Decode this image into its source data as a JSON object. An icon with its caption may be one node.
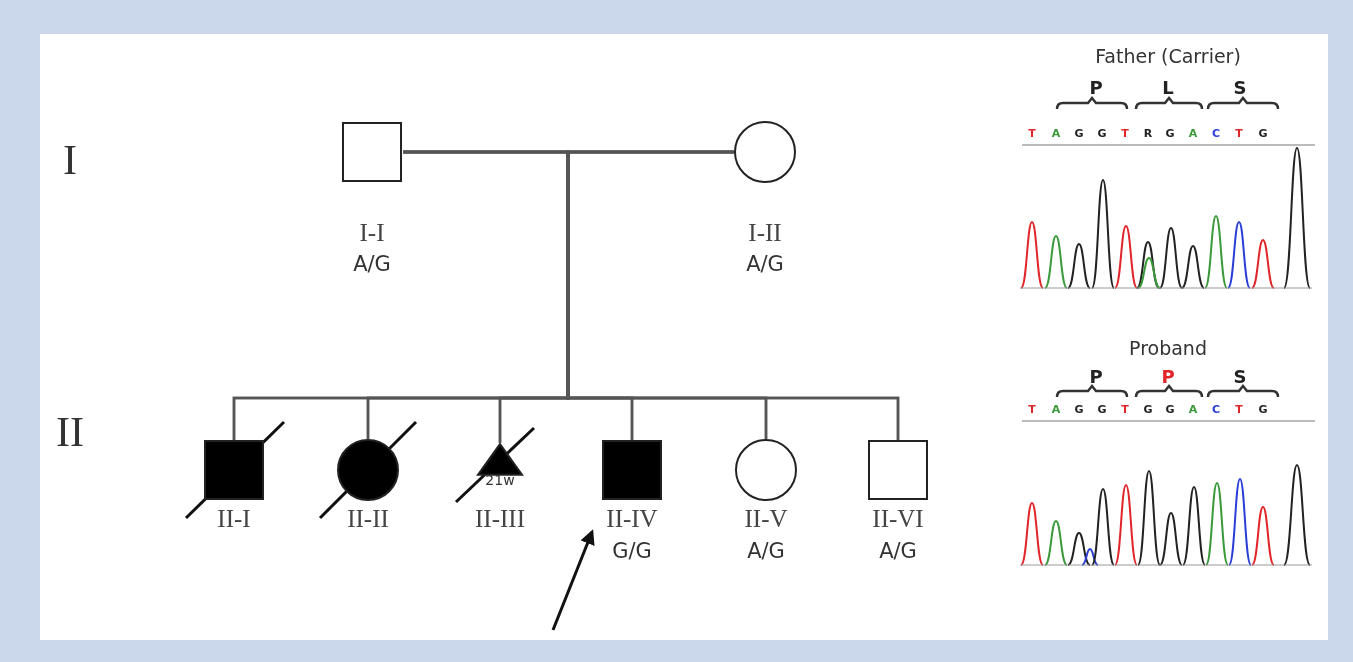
{
  "diagram": {
    "nodes": [
      {
        "text": [
          "I-I",
          "A/G"
        ]
      },
      {
        "text": [
          "I-II",
          "A/G"
        ]
      },
      {
        "text": [
          "II-I"
        ]
      },
      {
        "text": [
          "II-II"
        ]
      },
      {
        "text": [
          "21w",
          "II-III"
        ]
      },
      {
        "text": [
          "II-IV",
          "G/G"
        ]
      },
      {
        "text": [
          "II-V",
          "A/G"
        ]
      },
      {
        "text": [
          "II-VI",
          "A/G"
        ]
      }
    ],
    "edges": [
      {
        "from": 0,
        "to": 1,
        "arrow": "none"
      },
      {
        "from": 0,
        "to": 2,
        "arrow": "none"
      },
      {
        "from": 0,
        "to": 3,
        "arrow": "none"
      },
      {
        "from": 0,
        "to": 4,
        "arrow": "none"
      },
      {
        "from": 0,
        "to": 5,
        "arrow": "none"
      },
      {
        "from": 0,
        "to": 6,
        "arrow": "none"
      },
      {
        "from": 0,
        "to": 7,
        "arrow": "none"
      },
      {
        "from": 1,
        "to": 2,
        "arrow": "none"
      },
      {
        "from": 1,
        "to": 3,
        "arrow": "none"
      },
      {
        "from": 1,
        "to": 4,
        "arrow": "none"
      },
      {
        "from": 1,
        "to": 5,
        "arrow": "none"
      },
      {
        "from": 1,
        "to": 6,
        "arrow": "none"
      },
      {
        "from": 1,
        "to": 7,
        "arrow": "none"
      },
      {
        "from": null,
        "to": 5,
        "arrow": "to"
      }
    ],
    "labels": [
      "I",
      "Father (Carrier)",
      "P",
      "L",
      "S",
      "T",
      "A",
      "G",
      "G",
      "T",
      "R",
      "G",
      "A",
      "C",
      "T",
      "G",
      "II",
      "Proband",
      "P",
      "P",
      "S",
      "T",
      "A",
      "G",
      "G",
      "T",
      "G",
      "G",
      "A",
      "C",
      "T",
      "G"
    ]
  }
}
